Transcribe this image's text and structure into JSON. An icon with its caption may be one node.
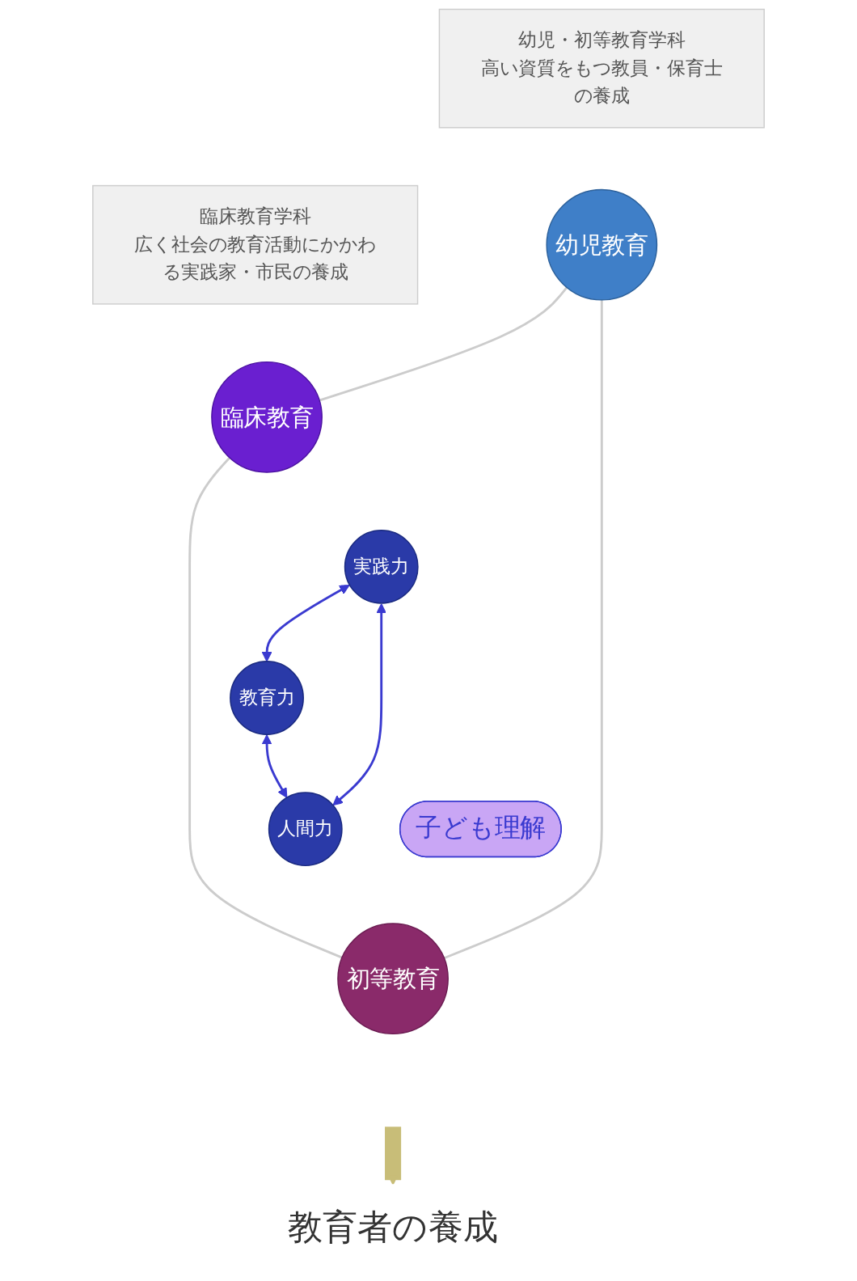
{
  "diagram": {
    "nodes": [
      {
        "text": [
          "幼児・初等教育学科",
          "高い資質をもつ教員・保育士の養成"
        ]
      },
      {
        "text": [
          "臨床教育学科",
          "広く社会の教育活動にかかわる実践家・市民の養成"
        ]
      },
      {
        "text": [
          "幼児教育"
        ]
      },
      {
        "text": [
          "臨床教育"
        ]
      },
      {
        "text": [
          "子ども理解"
        ]
      },
      {
        "text": [
          "実践力"
        ]
      },
      {
        "text": [
          "教育力"
        ]
      },
      {
        "text": [
          "人間力"
        ]
      },
      {
        "text": [
          "初等教育"
        ]
      },
      {
        "text": [
          "教育者の養成"
        ]
      }
    ],
    "edges": [
      {
        "from": 5,
        "to": 6,
        "arrow": "both",
        "color": "#3a3ad0"
      },
      {
        "from": 5,
        "to": 7,
        "arrow": "both",
        "color": "#3a3ad0"
      },
      {
        "from": 6,
        "to": 7,
        "arrow": "both",
        "color": "#3a3ad0"
      },
      {
        "from": 2,
        "to": 3,
        "arrow": "none",
        "color": "#cccccc"
      },
      {
        "from": 3,
        "to": 8,
        "arrow": "none",
        "color": "#cccccc"
      },
      {
        "from": 2,
        "to": 8,
        "arrow": "none",
        "color": "#cccccc"
      },
      {
        "from": null,
        "to": 9,
        "arrow": "to",
        "style": "thick",
        "color": "#c8bd78"
      }
    ]
  }
}
